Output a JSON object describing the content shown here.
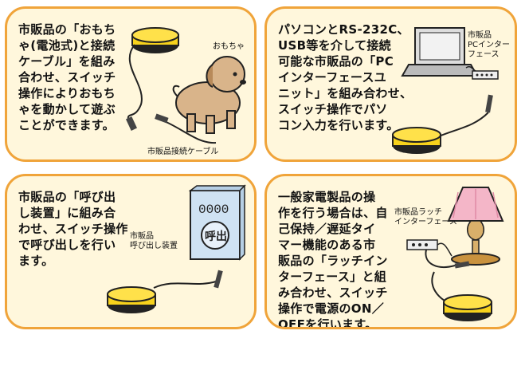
{
  "panel1": {
    "text": "市販品の「おもち\nゃ(電池式)と接続\nケーブル」を組み\n合わせ、スイッチ\n操作によりおもち\nゃを動かして遊ぶ\nことができます。",
    "label_toy": "おもちゃ",
    "label_cable": "市販品接続ケーブル"
  },
  "panel2": {
    "text": "パソコンとRS-232C、\nUSB等を介して接続\n可能な市販品の「PC\nインターフェースユ\nニット」を組み合わせ、\nスイッチ操作でパソ\nコン入力を行います。",
    "label_interface": "市販品\nPCインター\nフェース"
  },
  "panel3": {
    "text": "市販品の「呼び出\nし装置」に組み合\nわせ、スイッチ操作\nで呼び出しを行い\nます。",
    "label_device": "市販品\n呼び出し装置",
    "device_text": "呼出",
    "device_grille": "0000"
  },
  "panel4": {
    "text": "一般家電製品の操\n作を行う場合は、自\n己保持／遅延タイ\nマー機能のある市\n販品の「ラッチイン\nターフェース」と組\nみ合わせ、スイッチ\n操作で電源のON／\nOFFを行います。",
    "label_latch": "市販品ラッチ\nインターフェース"
  },
  "colors": {
    "panel_border": "#f0a43a",
    "panel_bg": "#fff7dc",
    "switch_yellow": "#f7d21c",
    "dog_brown": "#d9b48a",
    "lamp_pink": "#f4b6c8",
    "device_blue": "#cfe2f3"
  }
}
